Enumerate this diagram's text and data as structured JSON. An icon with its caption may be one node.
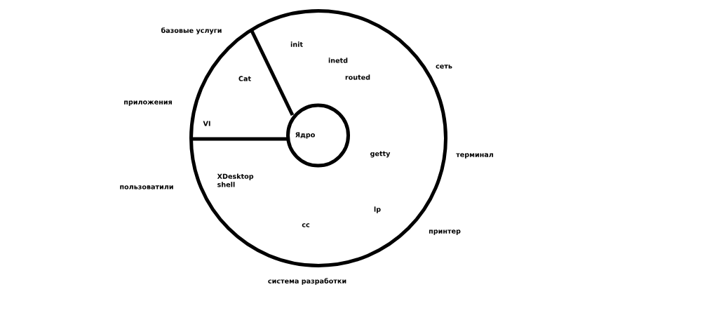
{
  "diagram": {
    "nodes": [
      {
        "text": [
          "init",
          "inetd",
          "routed",
          "Cat",
          "VI",
          "getty",
          "XDesktop shell",
          "lp",
          "cc"
        ]
      },
      {
        "text": [
          "Ядро"
        ],
        "in": 0
      }
    ],
    "labels": [
      "базовые услуги",
      "сеть",
      "приложения",
      "терминал",
      "пользоватили",
      "принтер",
      "система разработки"
    ]
  }
}
